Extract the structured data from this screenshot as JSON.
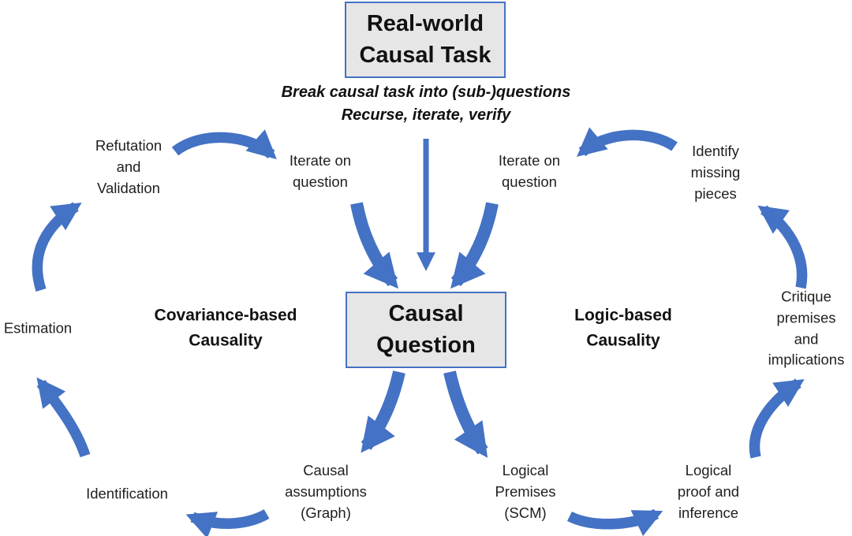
{
  "colors": {
    "arrow": "#4472C4",
    "box_fill": "#E7E6E6",
    "box_border": "#4472C4",
    "text": "#1f1f1f"
  },
  "top": {
    "task_box": "Real-world\nCausal Task",
    "subtitle_line1": "Break causal task into (sub-)questions",
    "subtitle_line2": "Recurse, iterate, verify"
  },
  "center": {
    "question_box": "Causal\nQuestion"
  },
  "left_cycle": {
    "heading": "Covariance-based\nCausality",
    "nodes": {
      "refutation": "Refutation\nand\nValidation",
      "iterate": "Iterate on\nquestion",
      "estimation": "Estimation",
      "identification": "Identification",
      "assumptions": "Causal\nassumptions\n(Graph)"
    }
  },
  "right_cycle": {
    "heading": "Logic-based\nCausality",
    "nodes": {
      "iterate": "Iterate on\nquestion",
      "identify_missing": "Identify\nmissing\npieces",
      "critique": "Critique\npremises\nand\nimplications",
      "premises": "Logical\nPremises\n(SCM)",
      "proof": "Logical\nproof and\ninference"
    }
  }
}
